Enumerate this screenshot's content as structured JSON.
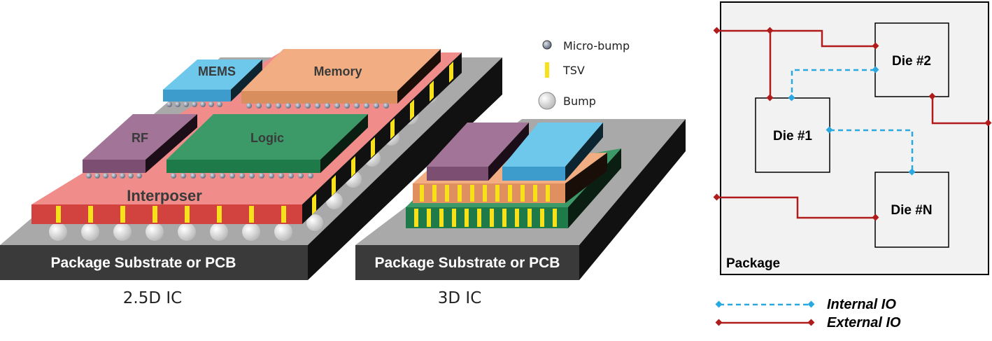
{
  "figure_25d": {
    "substrate_label": "Package Substrate or PCB",
    "interposer_label": "Interposer",
    "chips": {
      "mems": "MEMS",
      "memory": "Memory",
      "rf": "RF",
      "logic": "Logic"
    },
    "caption": "2.5D IC"
  },
  "figure_3d": {
    "substrate_label": "Package Substrate or PCB",
    "caption": "3D IC"
  },
  "legend": {
    "micro_bump": "Micro-bump",
    "tsv": "TSV",
    "bump": "Bump"
  },
  "package_diagram": {
    "package_label": "Package",
    "dies": {
      "die1": "Die #1",
      "die2": "Die #2",
      "dieN": "Die #N"
    },
    "legend": {
      "internal": "Internal IO",
      "external": "External IO"
    },
    "colors": {
      "internal": "#29a9e0",
      "external": "#b01c1c"
    }
  },
  "colors": {
    "interposer": "#f08c8a",
    "mems": "#6ec8ec",
    "memory": "#f2ae82",
    "rf": "#a27497",
    "logic": "#3c9a68",
    "tsv": "#f6e11a",
    "substrate": "#2e2e2e"
  }
}
